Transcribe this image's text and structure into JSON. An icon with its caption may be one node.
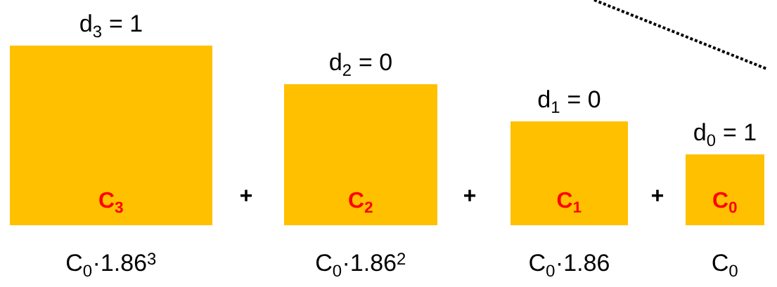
{
  "diagram": {
    "nodes": [
      {
        "text": [
          "d$_{3}$ = 1",
          "C$_{3}$"
        ],
        "beside": [
          "C$_{0}$·1.86$^{3}$"
        ]
      },
      {
        "text": [
          "d$_{2}$ = 0",
          "C$_{2}$"
        ],
        "beside": [
          "C$_{0}$·1.86$^{2}$"
        ]
      },
      {
        "text": [
          "d$_{1}$ = 0",
          "C$_{1}$"
        ],
        "beside": [
          "C$_{0}$·1.86"
        ]
      },
      {
        "text": [
          "d$_{0}$ = 1",
          "C$_{0}$"
        ],
        "beside": [
          "C$_{0}$"
        ]
      }
    ],
    "labels": [
      "+",
      "+",
      "+"
    ]
  }
}
